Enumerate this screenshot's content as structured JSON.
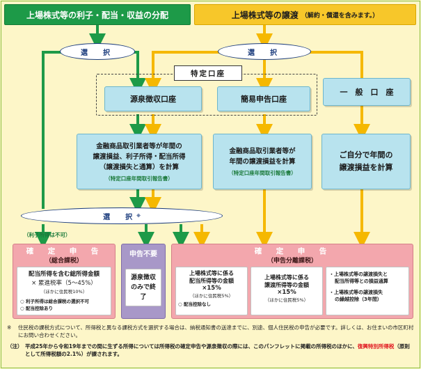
{
  "headers": {
    "left": "上場株式等の利子・配当・収益の分配",
    "right_main": "上場株式等の譲渡",
    "right_sub": "（解約・償還を含みます。）"
  },
  "select_left": "選　択",
  "select_right": "選　択",
  "tokutei_koza": "特定口座",
  "gensen_koza": "源泉徴収口座",
  "kani_koza": "簡易申告口座",
  "ippan_koza": "一　般　口　座",
  "calc_gensen": {
    "lines": [
      "金融商品取引業者等が年間の",
      "譲渡損益、利子所得・配当所得",
      "（譲渡損失と通算）を計算"
    ],
    "note": "（特定口座年間取引報告書）"
  },
  "calc_kani": {
    "lines": [
      "金融商品取引業者等が",
      "年間の譲渡損益を計算"
    ],
    "note": "（特定口座年間取引報告書）"
  },
  "calc_ippan": {
    "lines": [
      "ご自分で年間の",
      "譲渡損益を計算"
    ]
  },
  "select_mid": "選　択",
  "select_mid_sup": "※",
  "select_mid_note": "（利子所得は不可）",
  "sogo": {
    "head": "確　定　申　告",
    "sub": "（総合課税）",
    "line1": "配当所得を含む総所得金額",
    "line2": "× 累進税率（5～45%）",
    "line3": "（ほかに住民税10%）",
    "bullet1": "利子所得は総合課税の選択不可",
    "bullet2": "配当控除あり"
  },
  "shinkoku_fuyo": {
    "head": "申告不要",
    "body": "源泉徴収のみで終了"
  },
  "bunri": {
    "head": "確　定　申　告",
    "sub": "（申告分離課税）",
    "card1": {
      "l1": "上場株式等に係る",
      "l2": "配当所得等の金額",
      "l3": "×15%",
      "l4": "（ほかに住民税5%）",
      "bullet": "配当控除なし"
    },
    "card2": {
      "l1": "上場株式等に係る",
      "l2": "譲渡所得等の金額",
      "l3": "×15%",
      "l4": "（ほかに住民税5%）"
    },
    "card3": {
      "b1a": "上場株式等の譲渡損失と",
      "b1b": "配当所得等との損益通算",
      "b2a": "上場株式等の譲渡損失",
      "b2b": "の繰越控除（3年間）"
    }
  },
  "footnote1_mark": "※",
  "footnote1": "住民税の課税方式について、所得税と異なる課税方式を選択する場合は、納税通知書の送達までに、別途、個人住民税の申告が必要です。詳しくは、お住まいの市区町村にお問い合わせください。",
  "footnote2_mark": "（注）",
  "footnote2_pre": "平成25年から令和19年までの間に生ずる所得については所得税の確定申告や源泉徴収の際には、このパンフレットに掲載の所得税のほかに、",
  "footnote2_red": "復興特別所得税",
  "footnote2_post": "（原則として所得税額の2.1%）が課されます。",
  "colors": {
    "green": "#1d9a48",
    "orange": "#f7c72a",
    "blue_box": "#b8e3ee",
    "pink_box": "#f3a7ad",
    "purple_box": "#a898c8",
    "background": "#fdf6c8",
    "red_text": "#e0141c"
  }
}
